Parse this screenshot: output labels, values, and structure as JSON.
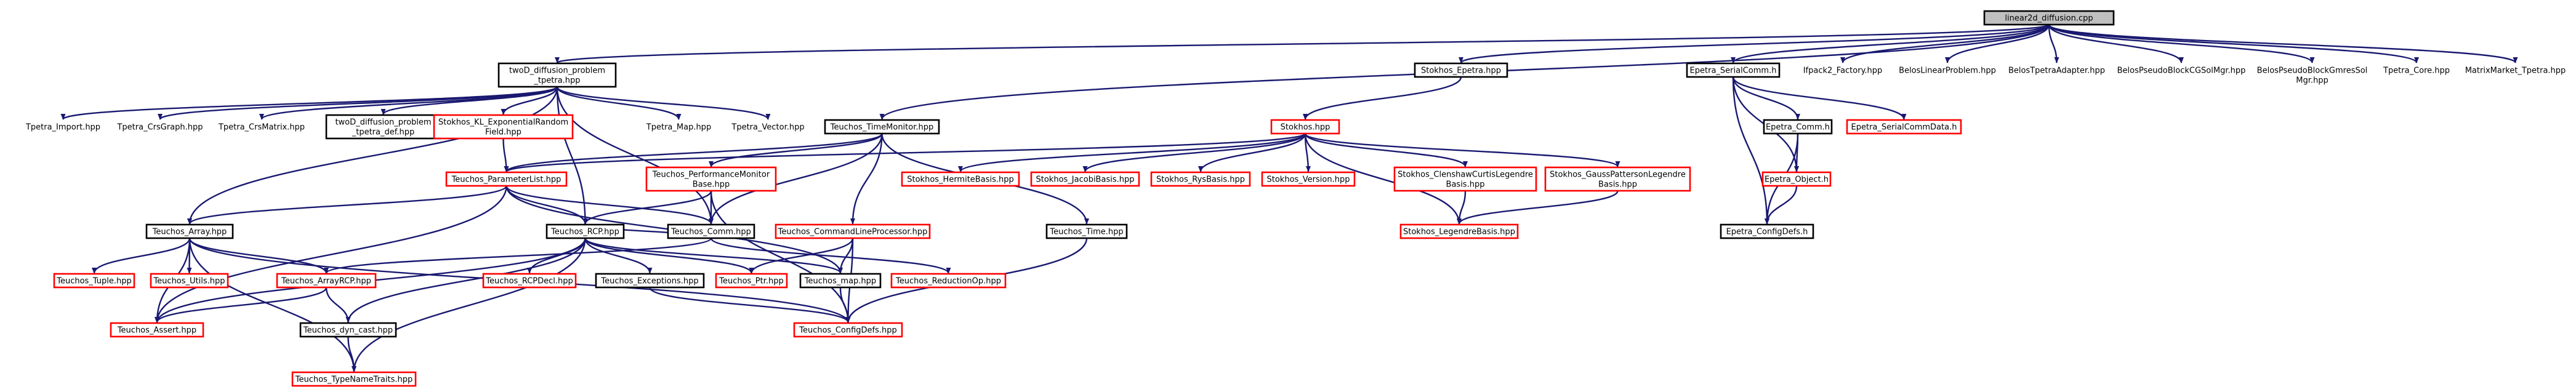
{
  "colors": {
    "edge": "#191970",
    "border_default": "#000000",
    "border_link": "#ff0000",
    "border_root": "#000000",
    "fill_default": "#ffffff",
    "fill_root": "#bfbfbf",
    "text": "#000000"
  },
  "diagram": {
    "nodes": [
      {
        "id": "root",
        "lines": [
          "linear2d_diffusion.cpp"
        ],
        "style": "root"
      },
      {
        "id": "twoD_problem",
        "lines": [
          "twoD_diffusion_problem",
          "_tpetra.hpp"
        ],
        "style": "default"
      },
      {
        "id": "stokhos_epetra",
        "lines": [
          "Stokhos_Epetra.hpp"
        ],
        "style": "default"
      },
      {
        "id": "epetra_serialcomm",
        "lines": [
          "Epetra_SerialComm.h"
        ],
        "style": "default"
      },
      {
        "id": "ifpack2_factory",
        "lines": [
          "Ifpack2_Factory.hpp"
        ],
        "style": "plain"
      },
      {
        "id": "belos_linearproblem",
        "lines": [
          "BelosLinearProblem.hpp"
        ],
        "style": "plain"
      },
      {
        "id": "belos_tpetraadapter",
        "lines": [
          "BelosTpetraAdapter.hpp"
        ],
        "style": "plain"
      },
      {
        "id": "belos_pseudoblockcg",
        "lines": [
          "BelosPseudoBlockCGSolMgr.hpp"
        ],
        "style": "plain"
      },
      {
        "id": "belos_pseudoblockgmres",
        "lines": [
          "BelosPseudoBlockGmresSol",
          "Mgr.hpp"
        ],
        "style": "plain"
      },
      {
        "id": "tpetra_core",
        "lines": [
          "Tpetra_Core.hpp"
        ],
        "style": "plain"
      },
      {
        "id": "matrixmarket_tpetra",
        "lines": [
          "MatrixMarket_Tpetra.hpp"
        ],
        "style": "plain"
      },
      {
        "id": "tpetra_import",
        "lines": [
          "Tpetra_Import.hpp"
        ],
        "style": "plain"
      },
      {
        "id": "tpetra_crsgraph",
        "lines": [
          "Tpetra_CrsGraph.hpp"
        ],
        "style": "plain"
      },
      {
        "id": "tpetra_crsmatrix",
        "lines": [
          "Tpetra_CrsMatrix.hpp"
        ],
        "style": "plain"
      },
      {
        "id": "twoD_problem_def",
        "lines": [
          "twoD_diffusion_problem",
          "_tpetra_def.hpp"
        ],
        "style": "default"
      },
      {
        "id": "stokhos_kl",
        "lines": [
          "Stokhos_KL_ExponentialRandom",
          "Field.hpp"
        ],
        "style": "link"
      },
      {
        "id": "tpetra_map",
        "lines": [
          "Tpetra_Map.hpp"
        ],
        "style": "plain"
      },
      {
        "id": "tpetra_vector",
        "lines": [
          "Tpetra_Vector.hpp"
        ],
        "style": "plain"
      },
      {
        "id": "teuchos_timemonitor",
        "lines": [
          "Teuchos_TimeMonitor.hpp"
        ],
        "style": "default"
      },
      {
        "id": "stokhos",
        "lines": [
          "Stokhos.hpp"
        ],
        "style": "link"
      },
      {
        "id": "epetra_comm",
        "lines": [
          "Epetra_Comm.h"
        ],
        "style": "default"
      },
      {
        "id": "epetra_serialcommdata",
        "lines": [
          "Epetra_SerialCommData.h"
        ],
        "style": "link"
      },
      {
        "id": "teuchos_parameterlist",
        "lines": [
          "Teuchos_ParameterList.hpp"
        ],
        "style": "link"
      },
      {
        "id": "teuchos_perfmon",
        "lines": [
          "Teuchos_PerformanceMonitor",
          "Base.hpp"
        ],
        "style": "link"
      },
      {
        "id": "stokhos_hermite",
        "lines": [
          "Stokhos_HermiteBasis.hpp"
        ],
        "style": "link"
      },
      {
        "id": "stokhos_jacobi",
        "lines": [
          "Stokhos_JacobiBasis.hpp"
        ],
        "style": "link"
      },
      {
        "id": "stokhos_rys",
        "lines": [
          "Stokhos_RysBasis.hpp"
        ],
        "style": "link"
      },
      {
        "id": "stokhos_version",
        "lines": [
          "Stokhos_Version.hpp"
        ],
        "style": "link"
      },
      {
        "id": "stokhos_clenshaw",
        "lines": [
          "Stokhos_ClenshawCurtisLegendre",
          "Basis.hpp"
        ],
        "style": "link"
      },
      {
        "id": "stokhos_gauss",
        "lines": [
          "Stokhos_GaussPattersonLegendre",
          "Basis.hpp"
        ],
        "style": "link"
      },
      {
        "id": "epetra_object",
        "lines": [
          "Epetra_Object.h"
        ],
        "style": "link"
      },
      {
        "id": "teuchos_array",
        "lines": [
          "Teuchos_Array.hpp"
        ],
        "style": "default"
      },
      {
        "id": "teuchos_rcp",
        "lines": [
          "Teuchos_RCP.hpp"
        ],
        "style": "default"
      },
      {
        "id": "teuchos_comm",
        "lines": [
          "Teuchos_Comm.hpp"
        ],
        "style": "default"
      },
      {
        "id": "teuchos_clp",
        "lines": [
          "Teuchos_CommandLineProcessor.hpp"
        ],
        "style": "link"
      },
      {
        "id": "teuchos_time",
        "lines": [
          "Teuchos_Time.hpp"
        ],
        "style": "default"
      },
      {
        "id": "stokhos_legendre",
        "lines": [
          "Stokhos_LegendreBasis.hpp"
        ],
        "style": "link"
      },
      {
        "id": "epetra_configdefs",
        "lines": [
          "Epetra_ConfigDefs.h"
        ],
        "style": "default"
      },
      {
        "id": "teuchos_tuple",
        "lines": [
          "Teuchos_Tuple.hpp"
        ],
        "style": "link"
      },
      {
        "id": "teuchos_utils",
        "lines": [
          "Teuchos_Utils.hpp"
        ],
        "style": "link"
      },
      {
        "id": "teuchos_arrayrcp",
        "lines": [
          "Teuchos_ArrayRCP.hpp"
        ],
        "style": "link"
      },
      {
        "id": "teuchos_rcpdecl",
        "lines": [
          "Teuchos_RCPDecl.hpp"
        ],
        "style": "link"
      },
      {
        "id": "teuchos_exceptions",
        "lines": [
          "Teuchos_Exceptions.hpp"
        ],
        "style": "default"
      },
      {
        "id": "teuchos_ptr",
        "lines": [
          "Teuchos_Ptr.hpp"
        ],
        "style": "link"
      },
      {
        "id": "teuchos_map",
        "lines": [
          "Teuchos_map.hpp"
        ],
        "style": "default"
      },
      {
        "id": "teuchos_reductionop",
        "lines": [
          "Teuchos_ReductionOp.hpp"
        ],
        "style": "link"
      },
      {
        "id": "teuchos_assert",
        "lines": [
          "Teuchos_Assert.hpp"
        ],
        "style": "link"
      },
      {
        "id": "teuchos_dyncast",
        "lines": [
          "Teuchos_dyn_cast.hpp"
        ],
        "style": "default"
      },
      {
        "id": "teuchos_configdefs",
        "lines": [
          "Teuchos_ConfigDefs.hpp"
        ],
        "style": "link"
      },
      {
        "id": "teuchos_typenametraits",
        "lines": [
          "Teuchos_TypeNameTraits.hpp"
        ],
        "style": "link"
      }
    ],
    "edges": [
      [
        "root",
        "twoD_problem"
      ],
      [
        "root",
        "stokhos_epetra"
      ],
      [
        "root",
        "epetra_serialcomm"
      ],
      [
        "root",
        "ifpack2_factory"
      ],
      [
        "root",
        "belos_linearproblem"
      ],
      [
        "root",
        "belos_tpetraadapter"
      ],
      [
        "root",
        "belos_pseudoblockcg"
      ],
      [
        "root",
        "belos_pseudoblockgmres"
      ],
      [
        "root",
        "tpetra_core"
      ],
      [
        "root",
        "matrixmarket_tpetra"
      ],
      [
        "root",
        "teuchos_timemonitor"
      ],
      [
        "twoD_problem",
        "tpetra_import"
      ],
      [
        "twoD_problem",
        "tpetra_crsgraph"
      ],
      [
        "twoD_problem",
        "tpetra_crsmatrix"
      ],
      [
        "twoD_problem",
        "twoD_problem_def"
      ],
      [
        "twoD_problem",
        "stokhos_kl"
      ],
      [
        "twoD_problem",
        "tpetra_map"
      ],
      [
        "twoD_problem",
        "tpetra_vector"
      ],
      [
        "twoD_problem",
        "teuchos_array"
      ],
      [
        "twoD_problem",
        "teuchos_rcp"
      ],
      [
        "twoD_problem",
        "teuchos_comm"
      ],
      [
        "stokhos_kl",
        "teuchos_parameterlist"
      ],
      [
        "stokhos_epetra",
        "stokhos"
      ],
      [
        "stokhos",
        "stokhos_hermite"
      ],
      [
        "stokhos",
        "stokhos_jacobi"
      ],
      [
        "stokhos",
        "stokhos_rys"
      ],
      [
        "stokhos",
        "stokhos_version"
      ],
      [
        "stokhos",
        "stokhos_clenshaw"
      ],
      [
        "stokhos",
        "stokhos_gauss"
      ],
      [
        "stokhos",
        "stokhos_legendre"
      ],
      [
        "stokhos",
        "teuchos_parameterlist"
      ],
      [
        "stokhos_clenshaw",
        "stokhos_legendre"
      ],
      [
        "stokhos_gauss",
        "stokhos_legendre"
      ],
      [
        "epetra_serialcomm",
        "epetra_comm"
      ],
      [
        "epetra_serialcomm",
        "epetra_serialcommdata"
      ],
      [
        "epetra_serialcomm",
        "epetra_object"
      ],
      [
        "epetra_serialcomm",
        "epetra_configdefs"
      ],
      [
        "epetra_comm",
        "epetra_object"
      ],
      [
        "epetra_comm",
        "epetra_configdefs"
      ],
      [
        "epetra_object",
        "epetra_configdefs"
      ],
      [
        "teuchos_timemonitor",
        "teuchos_parameterlist"
      ],
      [
        "teuchos_timemonitor",
        "teuchos_perfmon"
      ],
      [
        "teuchos_timemonitor",
        "teuchos_comm"
      ],
      [
        "teuchos_timemonitor",
        "teuchos_clp"
      ],
      [
        "teuchos_timemonitor",
        "teuchos_time"
      ],
      [
        "teuchos_perfmon",
        "teuchos_rcp"
      ],
      [
        "teuchos_perfmon",
        "teuchos_comm"
      ],
      [
        "teuchos_perfmon",
        "teuchos_configdefs"
      ],
      [
        "teuchos_parameterlist",
        "teuchos_array"
      ],
      [
        "teuchos_parameterlist",
        "teuchos_rcp"
      ],
      [
        "teuchos_parameterlist",
        "teuchos_comm"
      ],
      [
        "teuchos_parameterlist",
        "teuchos_assert"
      ],
      [
        "teuchos_parameterlist",
        "teuchos_map"
      ],
      [
        "teuchos_clp",
        "teuchos_ptr"
      ],
      [
        "teuchos_clp",
        "teuchos_map"
      ],
      [
        "teuchos_clp",
        "teuchos_configdefs"
      ],
      [
        "teuchos_time",
        "teuchos_configdefs"
      ],
      [
        "teuchos_comm",
        "teuchos_rcp"
      ],
      [
        "teuchos_comm",
        "teuchos_reductionop"
      ],
      [
        "teuchos_comm",
        "teuchos_arrayrcp"
      ],
      [
        "teuchos_array",
        "teuchos_tuple"
      ],
      [
        "teuchos_array",
        "teuchos_utils"
      ],
      [
        "teuchos_array",
        "teuchos_arrayrcp"
      ],
      [
        "teuchos_array",
        "teuchos_assert"
      ],
      [
        "teuchos_array",
        "teuchos_typenametraits"
      ],
      [
        "teuchos_array",
        "teuchos_configdefs"
      ],
      [
        "teuchos_rcp",
        "teuchos_rcpdecl"
      ],
      [
        "teuchos_rcp",
        "teuchos_exceptions"
      ],
      [
        "teuchos_rcp",
        "teuchos_ptr"
      ],
      [
        "teuchos_rcp",
        "teuchos_map"
      ],
      [
        "teuchos_rcp",
        "teuchos_dyncast"
      ],
      [
        "teuchos_rcp",
        "teuchos_assert"
      ],
      [
        "teuchos_rcp",
        "teuchos_typenametraits"
      ],
      [
        "teuchos_arrayrcp",
        "teuchos_assert"
      ],
      [
        "teuchos_arrayrcp",
        "teuchos_dyncast"
      ],
      [
        "teuchos_exceptions",
        "teuchos_configdefs"
      ],
      [
        "teuchos_map",
        "teuchos_configdefs"
      ],
      [
        "teuchos_dyncast",
        "teuchos_typenametraits"
      ]
    ]
  }
}
